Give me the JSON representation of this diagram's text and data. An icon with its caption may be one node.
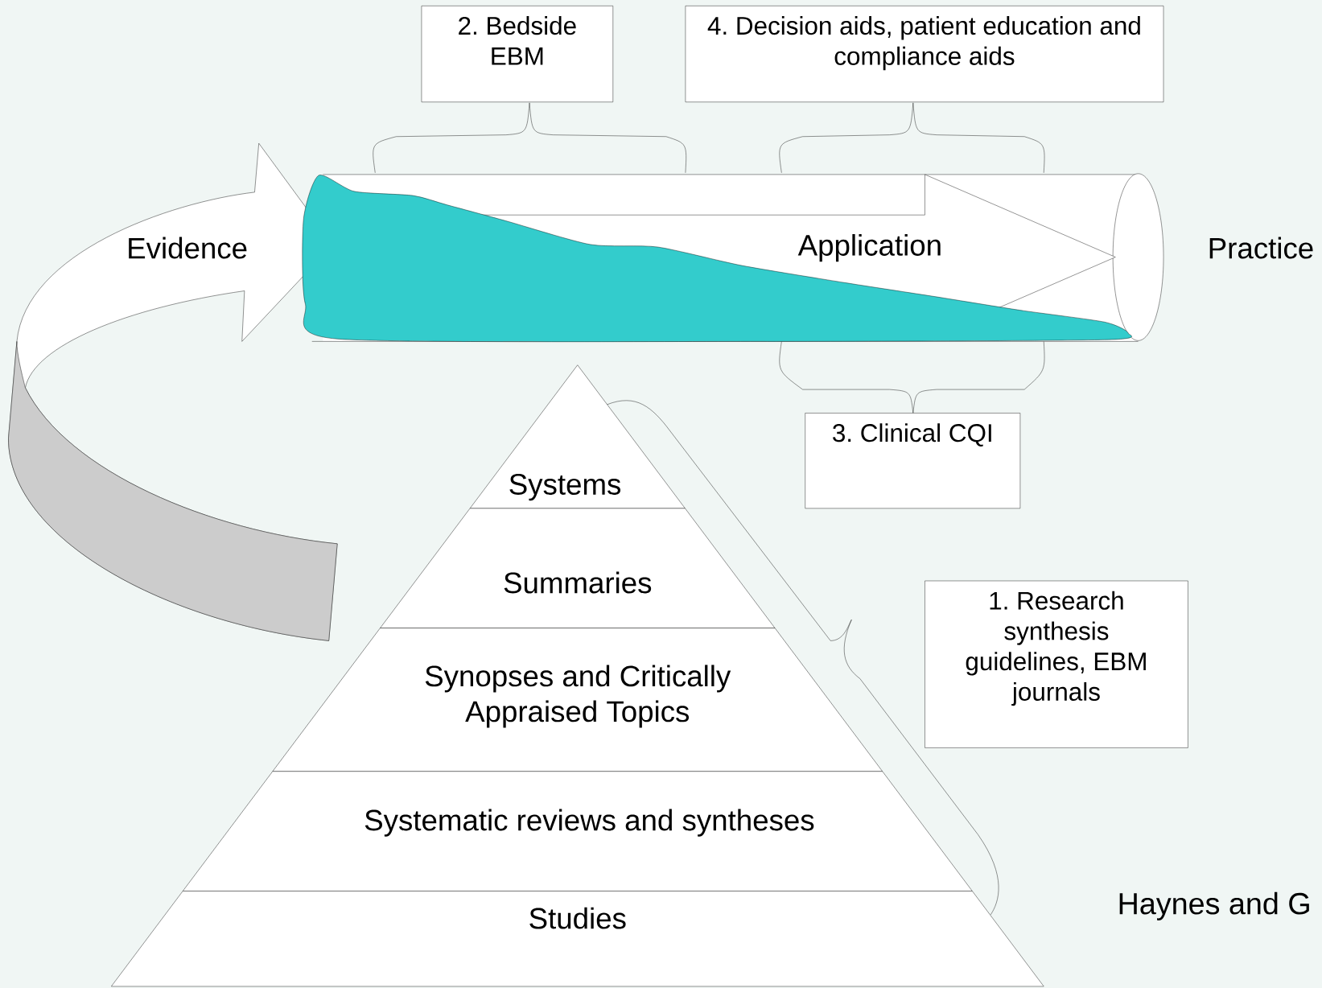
{
  "diagram": {
    "nodes": [
      {
        "text": [
          "2. Bedside EBM"
        ]
      },
      {
        "text": [
          "4. Decision aids, patient education and compliance aids"
        ]
      },
      {
        "text": [
          "Evidence"
        ]
      },
      {
        "text": [
          "Application"
        ]
      },
      {
        "text": [
          "3. Clinical CQI"
        ]
      },
      {
        "text": [
          "Systems"
        ]
      },
      {
        "text": [
          "Summaries"
        ]
      },
      {
        "text": [
          "1. Research synthesis guidelines, EBM journals"
        ]
      },
      {
        "text": [
          "Synopses and Critically Appraised Topics"
        ]
      },
      {
        "text": [
          "Systematic reviews and syntheses"
        ]
      },
      {
        "text": [
          "Studies"
        ]
      }
    ],
    "labels": [
      "Practice",
      "Haynes and G"
    ]
  }
}
